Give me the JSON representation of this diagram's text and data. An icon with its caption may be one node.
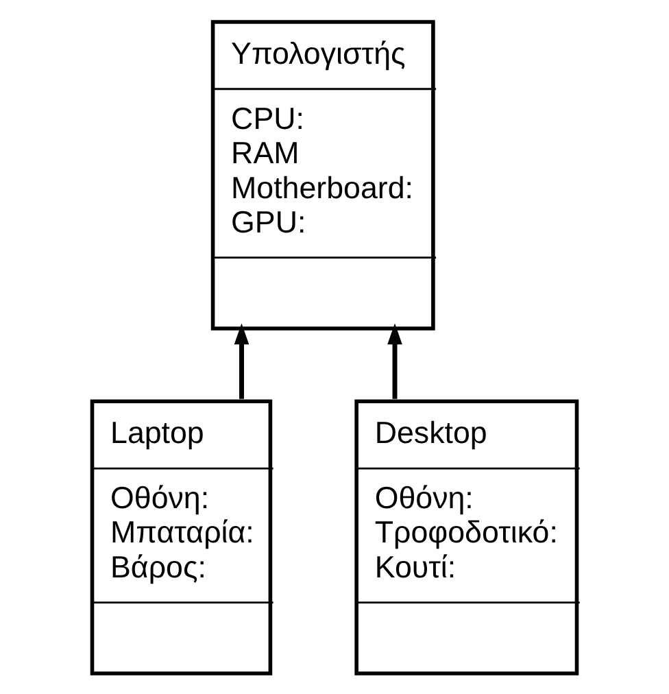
{
  "diagram": {
    "nodes": [
      {
        "text": [
          "Υπολογιστής",
          "CPU:",
          "RAM",
          "Motherboard:",
          "GPU:"
        ]
      },
      {
        "text": [
          "Laptop",
          "Οθόνη:",
          "Μπαταρία:",
          "Βάρος:"
        ]
      },
      {
        "text": [
          "Desktop",
          "Οθόνη:",
          "Τροφοδοτικό:",
          "Κουτί:"
        ]
      }
    ],
    "edges": [
      {
        "from": 1,
        "to": 0,
        "arrow": "to"
      },
      {
        "from": 2,
        "to": 0,
        "arrow": "to"
      }
    ]
  }
}
